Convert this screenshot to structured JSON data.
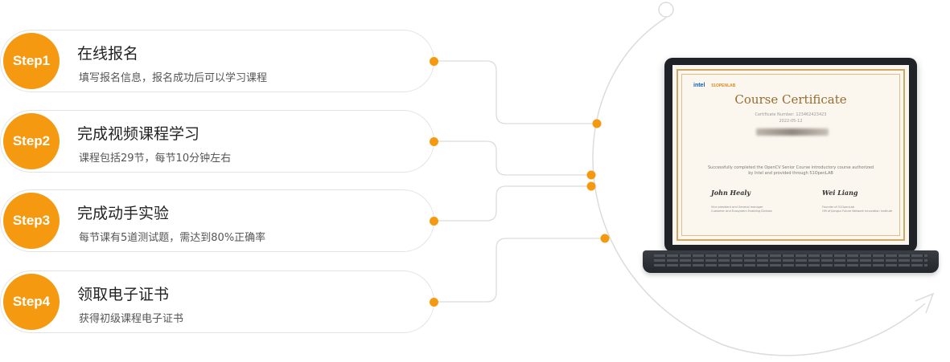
{
  "steps": [
    {
      "badge": "Step1",
      "title": "在线报名",
      "desc": "填写报名信息，报名成功后可以学习课程"
    },
    {
      "badge": "Step2",
      "title": "完成视频课程学习",
      "desc": "课程包括29节，每节10分钟左右"
    },
    {
      "badge": "Step3",
      "title": "完成动手实验",
      "desc": "每节课有5道测试题，需达到80%正确率"
    },
    {
      "badge": "Step4",
      "title": "领取电子证书",
      "desc": "获得初级课程电子证书"
    }
  ],
  "certificate": {
    "logo_intel": "intel",
    "logo_openlab": "51OPENLAB",
    "title": "Course Certificate",
    "number": "Certificate Number: 123462423423",
    "date": "2022-05-12",
    "line1": "Successfully completed the OpenCV Senior Course introductory course authorized",
    "line2": "by Intel and provided through 51OpenLAB",
    "signer1": "John Healy",
    "signer1_role1": "Vice president and General manager",
    "signer1_role2": "Customer and Ecosystem Enabling Division",
    "signer2": "Wei Liang",
    "signer2_role1": "Founder of 51OpenLab",
    "signer2_role2": "GM of Jiangsu Future Network Innovation Institute"
  },
  "colors": {
    "accent": "#f59a10",
    "outline": "#e3e3e3"
  }
}
